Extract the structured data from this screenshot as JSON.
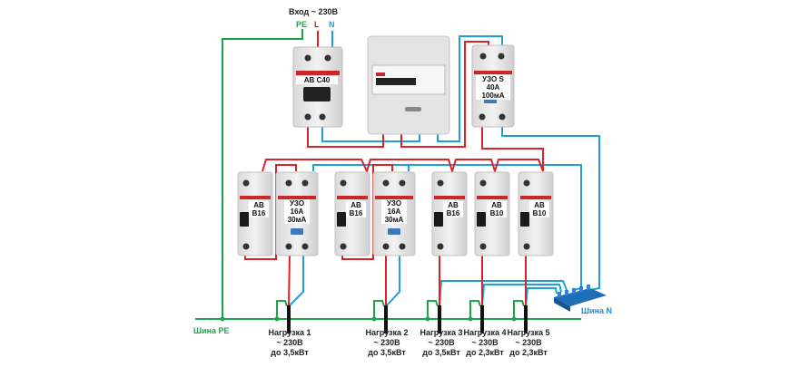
{
  "colors": {
    "phase": "#d8232a",
    "neutral": "#1ea0d8",
    "ground": "#1aa64a",
    "load_cable": "#111111",
    "busbar": "#1f6fb8",
    "device_body": "#e6e6e6"
  },
  "input": {
    "title": "Вход ~ 230В",
    "pe": "PE",
    "l": "L",
    "n": "N"
  },
  "main_breaker": {
    "label": "АВ С40"
  },
  "meter": {
    "name": "electricity-meter"
  },
  "main_rcd": {
    "label_lines": [
      "УЗО S",
      "40А",
      "100мА"
    ]
  },
  "breakers": [
    {
      "id": "ab1",
      "label_lines": [
        "АВ",
        "В16"
      ]
    },
    {
      "id": "rcd1",
      "label_lines": [
        "УЗО",
        "16А",
        "30мА"
      ]
    },
    {
      "id": "ab2",
      "label_lines": [
        "АВ",
        "В16"
      ]
    },
    {
      "id": "rcd2",
      "label_lines": [
        "УЗО",
        "16А",
        "30мА"
      ]
    },
    {
      "id": "ab3",
      "label_lines": [
        "АВ",
        "В16"
      ]
    },
    {
      "id": "ab4",
      "label_lines": [
        "АВ",
        "В10"
      ]
    },
    {
      "id": "ab5",
      "label_lines": [
        "АВ",
        "В10"
      ]
    }
  ],
  "buses": {
    "pe": "Шина PE",
    "n": "Шина N"
  },
  "loads": [
    {
      "name": "Нагрузка 1",
      "voltage": "~ 230В",
      "power": "до 3,5кВт"
    },
    {
      "name": "Нагрузка 2",
      "voltage": "~ 230В",
      "power": "до 3,5кВт"
    },
    {
      "name": "Нагрузка 3",
      "voltage": "~ 230В",
      "power": "до 3,5кВт"
    },
    {
      "name": "Нагрузка 4",
      "voltage": "~ 230В",
      "power": "до 2,3кВт"
    },
    {
      "name": "Нагрузка 5",
      "voltage": "~ 230В",
      "power": "до 2,3кВт"
    }
  ]
}
